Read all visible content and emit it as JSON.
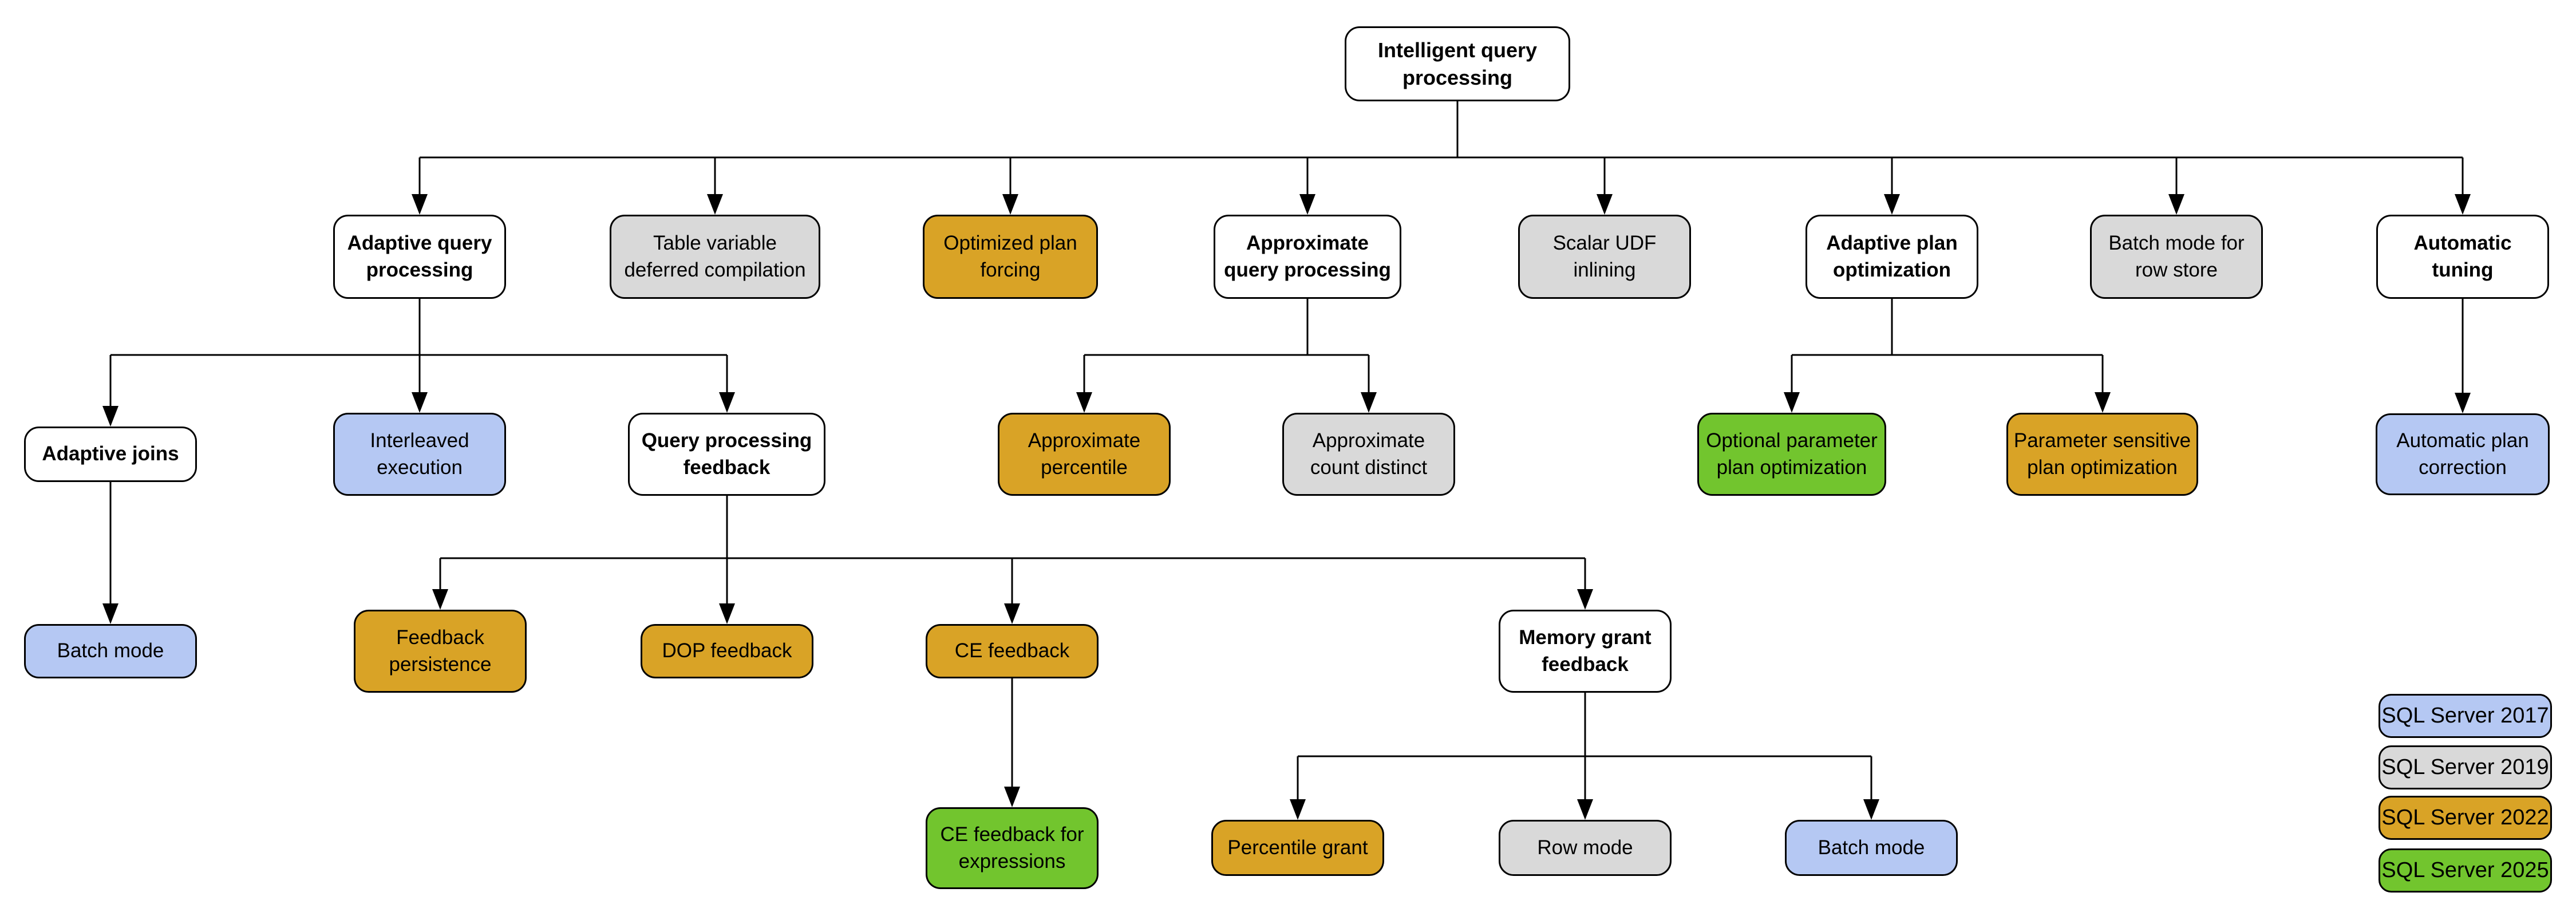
{
  "nodes": {
    "root": {
      "label": "Intelligent query\nprocessing",
      "color": "#ffffff"
    },
    "adaptive_query_processing": {
      "label": "Adaptive query\nprocessing",
      "color": "#ffffff"
    },
    "table_variable_deferred_compilation": {
      "label": "Table variable\ndeferred compilation",
      "color": "#d9d9d9"
    },
    "optimized_plan_forcing": {
      "label": "Optimized plan\nforcing",
      "color": "#d9a326"
    },
    "approximate_query_processing": {
      "label": "Approximate\nquery processing",
      "color": "#ffffff"
    },
    "scalar_udf_inlining": {
      "label": "Scalar UDF\ninlining",
      "color": "#d9d9d9"
    },
    "adaptive_plan_optimization": {
      "label": "Adaptive plan\noptimization",
      "color": "#ffffff"
    },
    "batch_mode_for_row_store": {
      "label": "Batch mode for\nrow store",
      "color": "#d9d9d9"
    },
    "automatic_tuning": {
      "label": "Automatic\ntuning",
      "color": "#ffffff"
    },
    "adaptive_joins": {
      "label": "Adaptive joins",
      "color": "#ffffff"
    },
    "interleaved_execution": {
      "label": "Interleaved\nexecution",
      "color": "#b5c8f3"
    },
    "query_processing_feedback": {
      "label": "Query processing\nfeedback",
      "color": "#ffffff"
    },
    "approximate_percentile": {
      "label": "Approximate\npercentile",
      "color": "#d9a326"
    },
    "approximate_count_distinct": {
      "label": "Approximate\ncount distinct",
      "color": "#d9d9d9"
    },
    "optional_parameter_plan_optimization": {
      "label": "Optional parameter\nplan optimization",
      "color": "#72c52e"
    },
    "parameter_sensitive_plan_optimization": {
      "label": "Parameter sensitive\nplan optimization",
      "color": "#d9a326"
    },
    "automatic_plan_correction": {
      "label": "Automatic plan\ncorrection",
      "color": "#b5c8f3"
    },
    "batch_mode_joins": {
      "label": "Batch mode",
      "color": "#b5c8f3"
    },
    "feedback_persistence": {
      "label": "Feedback\npersistence",
      "color": "#d9a326"
    },
    "dop_feedback": {
      "label": "DOP feedback",
      "color": "#d9a326"
    },
    "ce_feedback": {
      "label": "CE feedback",
      "color": "#d9a326"
    },
    "memory_grant_feedback": {
      "label": "Memory grant\nfeedback",
      "color": "#ffffff"
    },
    "ce_feedback_for_expressions": {
      "label": "CE feedback for\nexpressions",
      "color": "#72c52e"
    },
    "percentile_grant": {
      "label": "Percentile grant",
      "color": "#d9a326"
    },
    "row_mode": {
      "label": "Row mode",
      "color": "#d9d9d9"
    },
    "batch_mode_grant": {
      "label": "Batch mode",
      "color": "#b5c8f3"
    }
  },
  "legend": {
    "items": [
      {
        "label": "SQL Server 2017",
        "color": "#b5c8f3"
      },
      {
        "label": "SQL Server 2019",
        "color": "#d9d9d9"
      },
      {
        "label": "SQL Server 2022",
        "color": "#d9a326"
      },
      {
        "label": "SQL Server 2025",
        "color": "#72c52e"
      }
    ]
  },
  "colors": {
    "border": "#000000",
    "connector": "#000000",
    "background": "#ffffff"
  }
}
